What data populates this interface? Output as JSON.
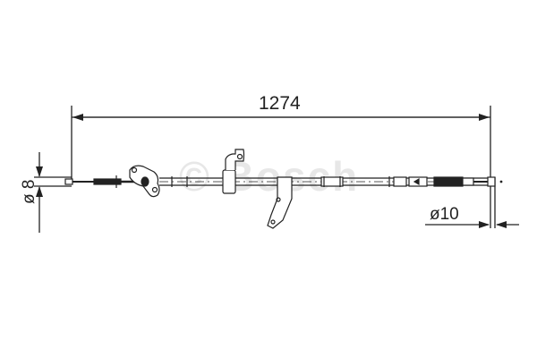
{
  "diagram": {
    "type": "technical-drawing",
    "subject": "brake cable",
    "dimensions": {
      "length": "1274",
      "diameter_left": "ø 8",
      "diameter_right": "ø10"
    },
    "watermark": "© Bosch",
    "colors": {
      "line": "#222222",
      "watermark": "#d8d8d8",
      "background": "#ffffff"
    }
  }
}
